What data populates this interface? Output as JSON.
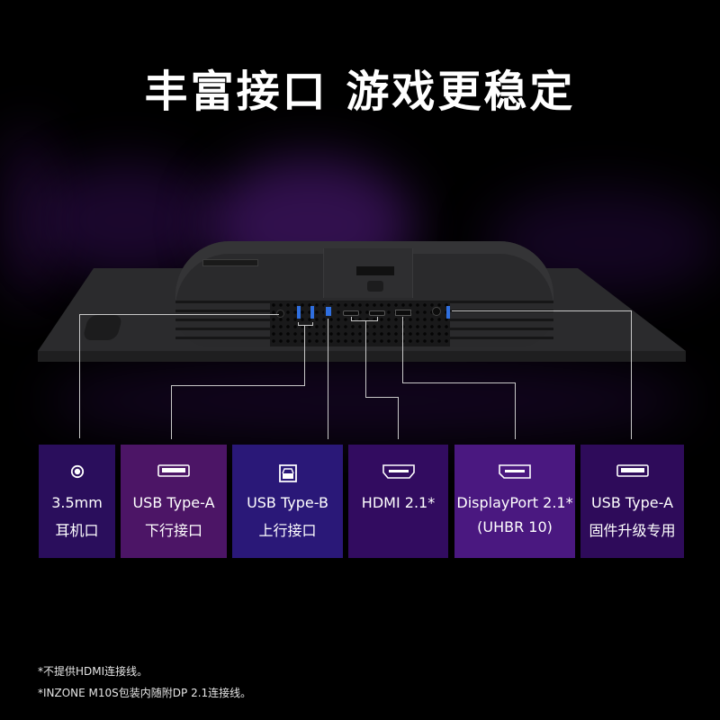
{
  "headline": "丰富接口 游戏更稳定",
  "colors": {
    "background": "#000000",
    "card_dark_indigo": "#2a0e5c",
    "card_magenta": "#4c1566",
    "card_blue": "#2a1878",
    "card_deep_purple": "#320c60",
    "card_violet": "#4a1880",
    "card_plum": "#2e0b5a",
    "usb_blue": "#2f6fe0",
    "callout_line": "#c8c8c8"
  },
  "ports": [
    {
      "icon": "audio-jack-icon",
      "line1": "3.5mm",
      "line2": "耳机口"
    },
    {
      "icon": "usb-type-a-icon",
      "line1": "USB Type-A",
      "line2": "下行接口"
    },
    {
      "icon": "usb-type-b-icon",
      "line1": "USB Type-B",
      "line2": "上行接口"
    },
    {
      "icon": "hdmi-icon",
      "line1": "HDMI 2.1*",
      "line2": ""
    },
    {
      "icon": "displayport-icon",
      "line1": "DisplayPort 2.1*",
      "line2": "(UHBR 10)"
    },
    {
      "icon": "usb-type-a-icon",
      "line1": "USB Type-A",
      "line2": "固件升级专用"
    }
  ],
  "footnotes": [
    "*不提供HDMI连接线。",
    "*INZONE M10S包装内随附DP 2.1连接线。"
  ]
}
